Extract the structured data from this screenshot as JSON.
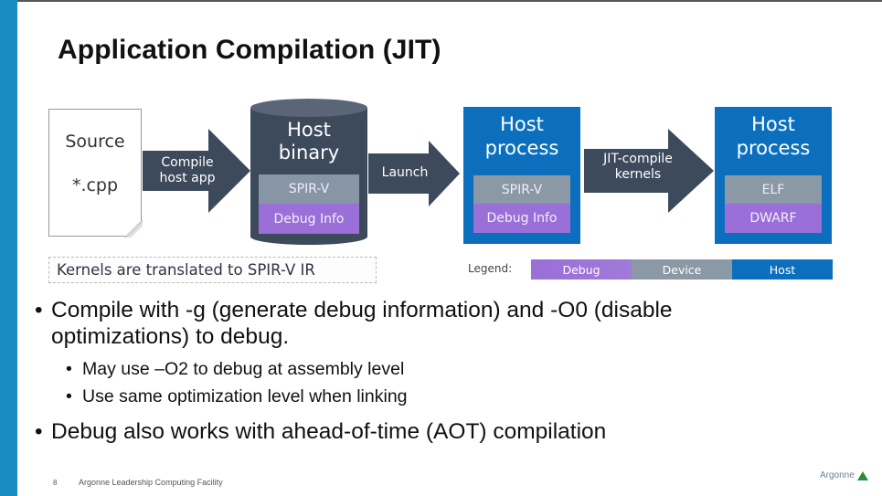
{
  "slide": {
    "title": "Application Compilation (JIT)",
    "colors": {
      "accent_bar": "#1a8bbf",
      "dark_gray": "#3c4a5c",
      "host_blue": "#0b6fbe",
      "device_gray": "#8b98a6",
      "debug_purple": "#9a6fd8"
    }
  },
  "diagram": {
    "source": {
      "line1": "Source",
      "line2": "*.cpp",
      "icon": "document-icon"
    },
    "arrow_compile": {
      "label": "Compile host app"
    },
    "host_binary": {
      "title": "Host binary",
      "section1": "SPIR-V",
      "section2": "Debug Info",
      "icon": "cylinder-icon"
    },
    "arrow_launch": {
      "label": "Launch"
    },
    "host_process_1": {
      "title": "Host process",
      "section1": "SPIR-V",
      "section2": "Debug Info"
    },
    "arrow_jit": {
      "label": "JIT-compile kernels"
    },
    "host_process_2": {
      "title": "Host process",
      "section1": "ELF",
      "section2": "DWARF"
    },
    "note": "Kernels are translated to SPIR-V IR",
    "legend": {
      "label": "Legend:",
      "items": [
        {
          "label": "Debug",
          "color": "#9a6fd8"
        },
        {
          "label": "Device",
          "color": "#8b98a6"
        },
        {
          "label": "Host",
          "color": "#0b6fbe"
        }
      ]
    }
  },
  "bullets": [
    {
      "text": "Compile with -g (generate debug information) and -O0 (disable optimizations) to debug.",
      "level": 1
    },
    {
      "text": "May use –O2 to debug at assembly level",
      "level": 2
    },
    {
      "text": "Use same optimization level when linking",
      "level": 2
    },
    {
      "text": "Debug also works with ahead-of-time (AOT) compilation",
      "level": 1
    }
  ],
  "bullet_char": "•",
  "footer": {
    "page_number": "8",
    "organization": "Argonne Leadership Computing Facility",
    "logo_text": "Argonne"
  }
}
